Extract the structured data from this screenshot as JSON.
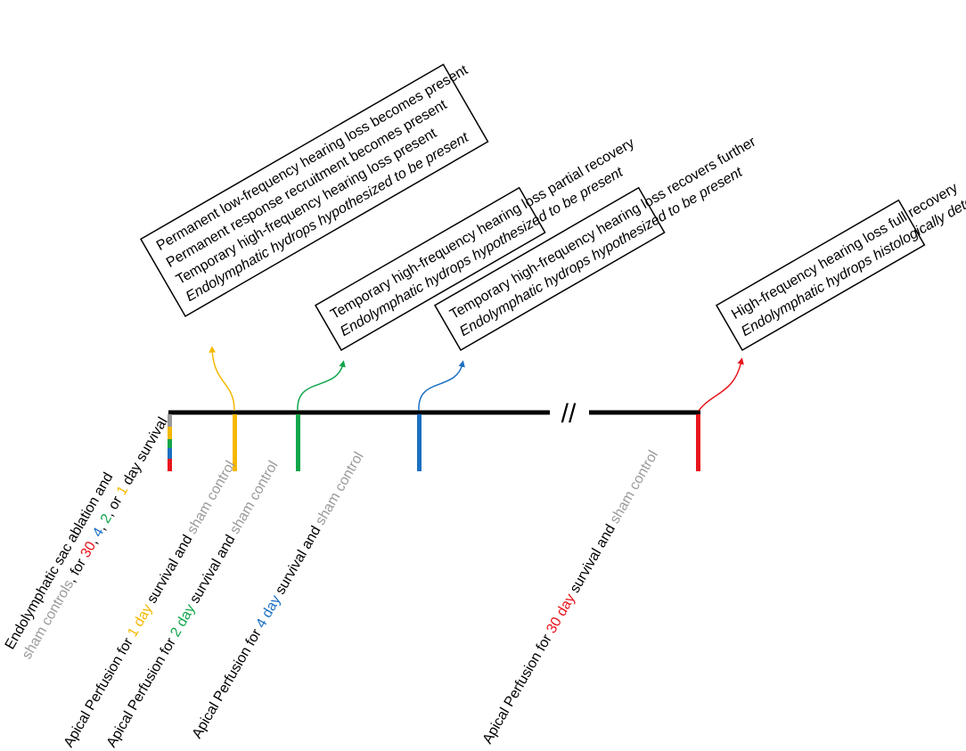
{
  "colors": {
    "red": "#e8141b",
    "blue": "#1b6fc1",
    "green": "#11a64a",
    "yellow": "#f5b800",
    "gray": "#9a9a9a",
    "black": "#000000"
  },
  "break_symbol": "//",
  "surgery_label": {
    "line1": "Endolymphatic sac ablation and",
    "line2": {
      "sham": "sham controls",
      "for": ", for ",
      "d30": "30",
      "c1": ", ",
      "d4": "4",
      "c2": ", ",
      "d2": "2",
      "or": ", or ",
      "d1": "1",
      "tail": " day survival"
    }
  },
  "perfusions": [
    {
      "prefix": "Apical Perfusion for ",
      "day": "1 day",
      "mid": " survival and ",
      "sham": "sham control"
    },
    {
      "prefix": "Apical Perfusion for ",
      "day": "2 day",
      "mid": " survival and ",
      "sham": "sham control"
    },
    {
      "prefix": "Apical Perfusion for ",
      "day": "4 day",
      "mid": " survival and ",
      "sham": "sham control"
    },
    {
      "prefix": "Apical Perfusion for ",
      "day": "30 day",
      "mid": " survival and ",
      "sham": "sham control"
    }
  ],
  "boxes": [
    {
      "lines": [
        "Permanent low-frequency hearing loss becomes present",
        "Permanent response recruitment becomes present",
        "Temporary high-frequency hearing loss present"
      ],
      "italic": "Endolymphatic hydrops hypothesized to be present"
    },
    {
      "lines": [
        "Temporary high-frequency hearing loss partial recovery"
      ],
      "italic": "Endolymphatic hydrops hypothesized to be present"
    },
    {
      "lines": [
        "Temporary high-frequency hearing loss recovers further"
      ],
      "italic": "Endolymphatic hydrops hypothesized to be present"
    },
    {
      "lines": [
        "High-frequency hearing loss full recovery"
      ],
      "italic": "Endolymphatic hydrops histologically detectable"
    }
  ]
}
